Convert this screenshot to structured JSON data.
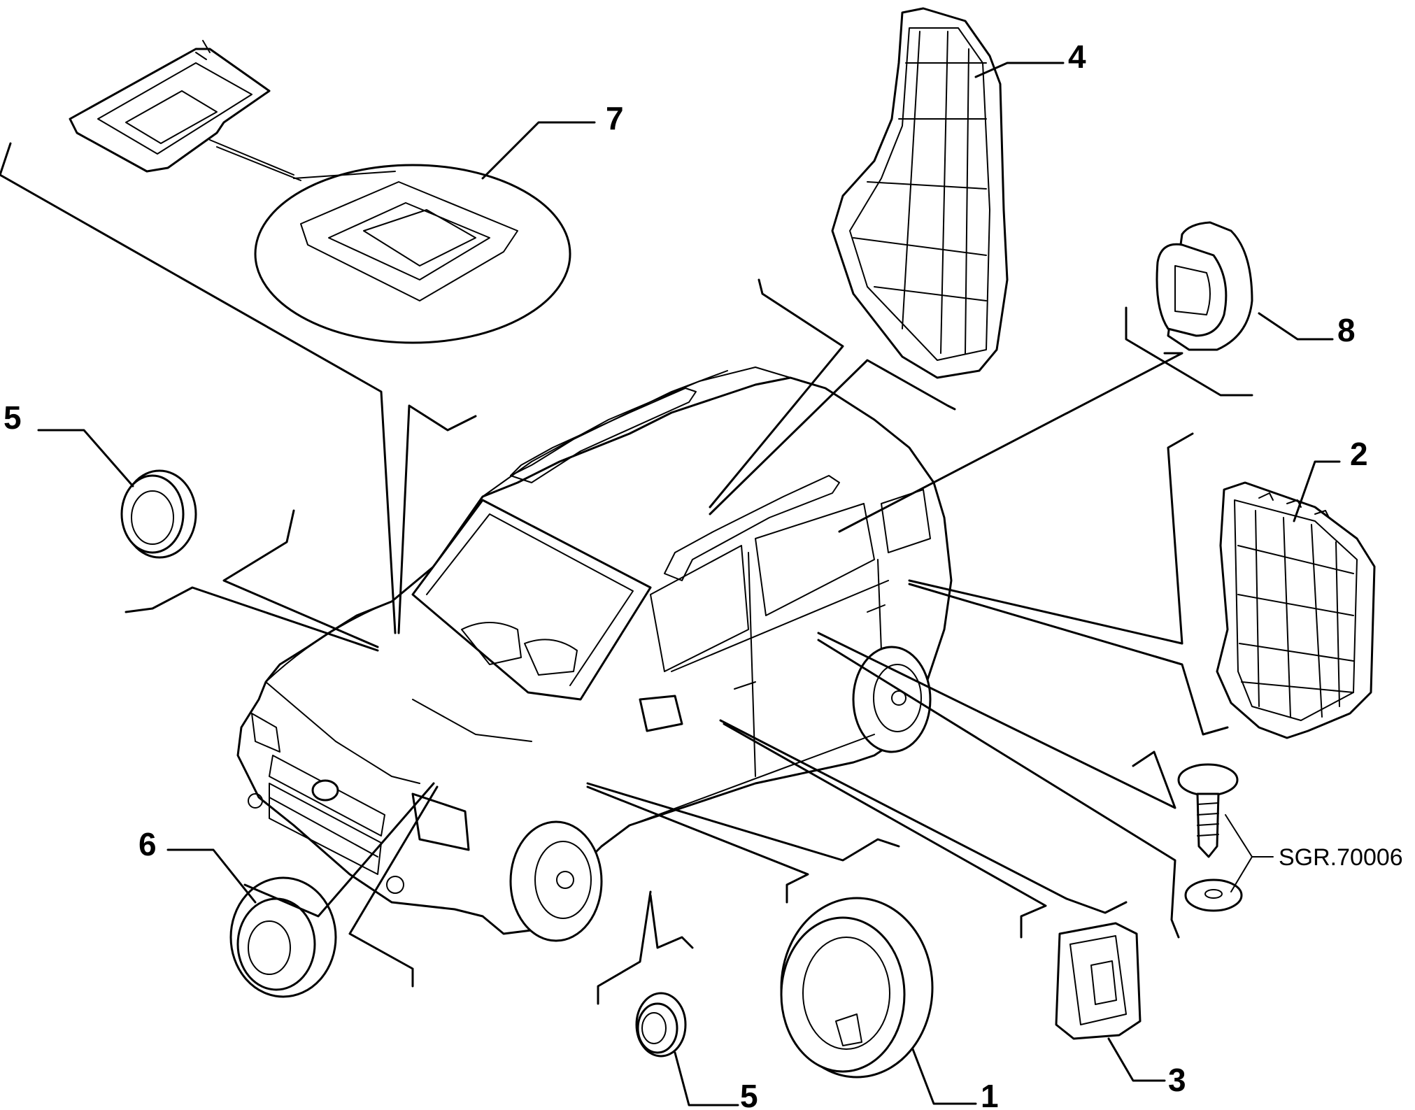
{
  "diagram": {
    "callouts": {
      "c1": "1",
      "c2": "2",
      "c3": "3",
      "c4": "4",
      "c5a": "5",
      "c5b": "5",
      "c6": "6",
      "c7": "7",
      "c8": "8"
    },
    "code": "SGR.70006",
    "icons": [
      "car-outline",
      "plug-round",
      "grille-cover",
      "square-plug",
      "screw",
      "washer",
      "tray-cover"
    ]
  }
}
